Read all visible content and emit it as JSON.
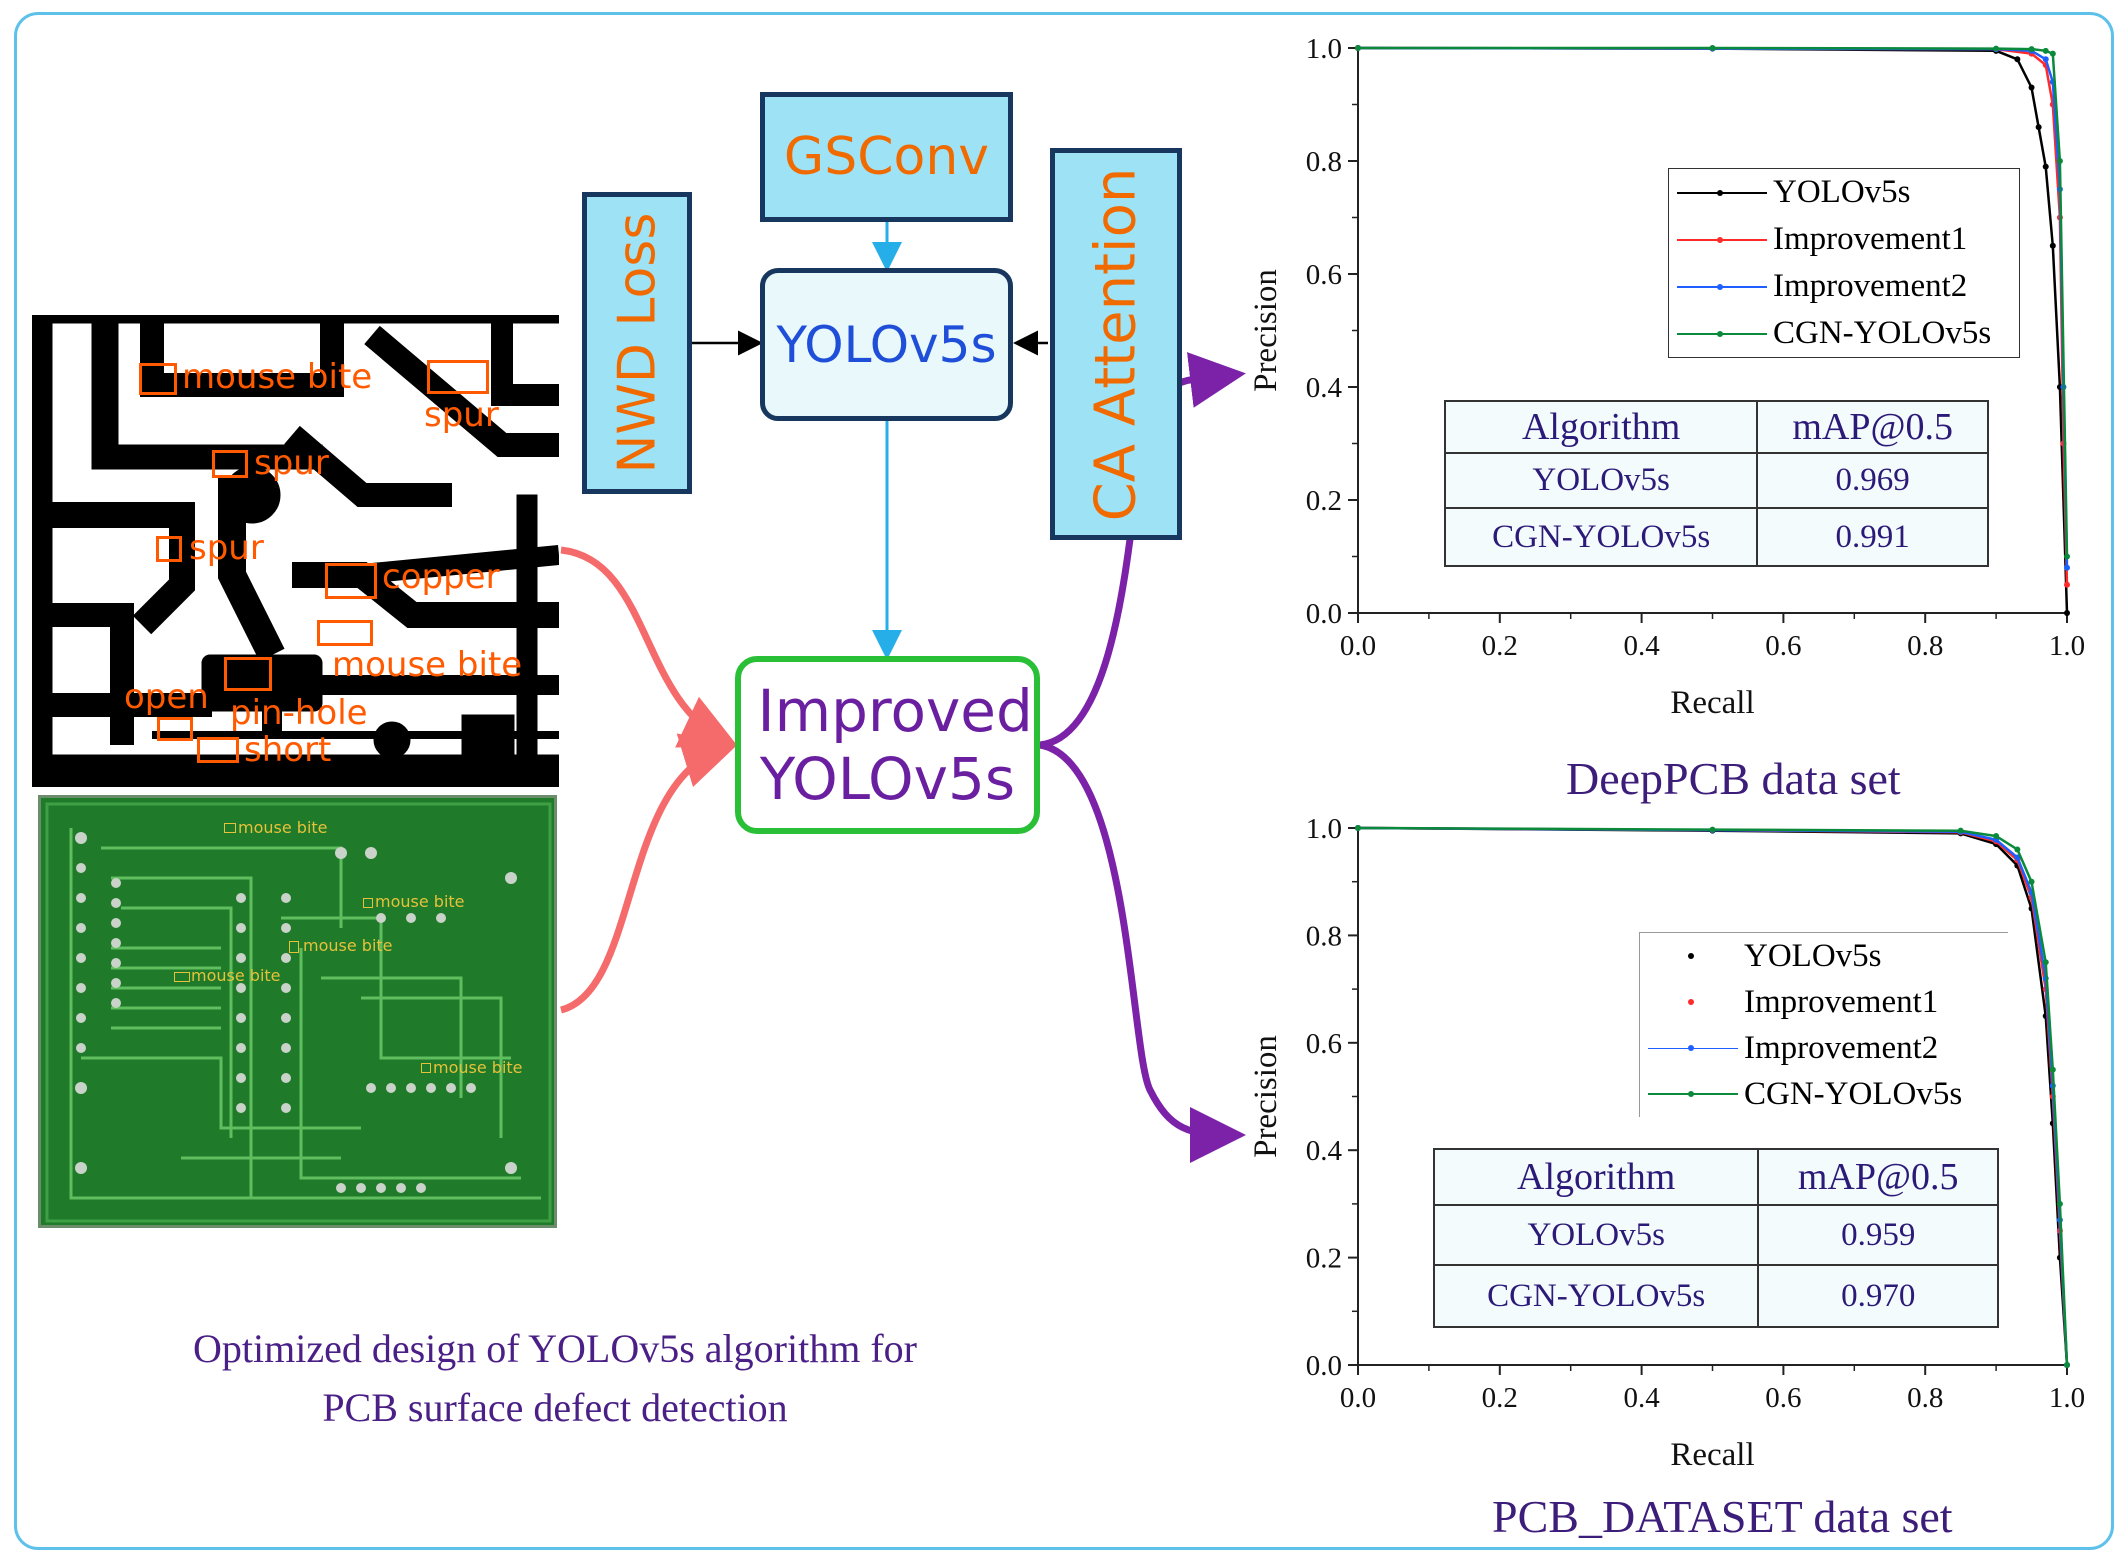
{
  "modules": {
    "gsconv": "GSConv",
    "nwd_loss": "NWD Loss",
    "ca_attention": "CA Attention",
    "yolov5s": "YOLOv5s",
    "improved": "Improved YOLOv5s"
  },
  "defect_labels": {
    "mouse_bite_1": "mouse bite",
    "spur_1": "spur",
    "spur_2": "spur",
    "spur_3": "spur",
    "copper": "copper",
    "mouse_bite_2": "mouse bite",
    "open": "open",
    "pin_hole": "pin-hole",
    "short": "short"
  },
  "green_labels": {
    "mb1": "mouse bite",
    "mb2": "mouse bite",
    "mb3": "mouse bite",
    "mb4": "mouse bite",
    "mb5": "mouse bite"
  },
  "caption": {
    "line1": "Optimized design of YOLOv5s algorithm for",
    "line2": "PCB  surface defect detection"
  },
  "colors": {
    "yolov5s": "#000000",
    "improvement1": "#ff2a2a",
    "improvement2": "#1f5fff",
    "cgn": "#0a8a3a",
    "purple": "#7b22a8",
    "pink": "#f56b6b",
    "blue_arrow": "#25aee8"
  },
  "chart_data": [
    {
      "type": "line",
      "title": "DeepPCB data set",
      "xlabel": "Recall",
      "ylabel": "Precision",
      "xlim": [
        0.0,
        1.0
      ],
      "ylim": [
        0.0,
        1.0
      ],
      "xticks": [
        "0.0",
        "0.2",
        "0.4",
        "0.6",
        "0.8",
        "1.0"
      ],
      "yticks": [
        "0.0",
        "0.2",
        "0.4",
        "0.6",
        "0.8",
        "1.0"
      ],
      "legend_position": "upper-right",
      "series": [
        {
          "name": "YOLOv5s",
          "x": [
            0,
            0.5,
            0.9,
            0.93,
            0.95,
            0.96,
            0.97,
            0.98,
            0.99,
            1.0
          ],
          "y": [
            1.0,
            0.999,
            0.995,
            0.98,
            0.93,
            0.86,
            0.79,
            0.65,
            0.4,
            0.0
          ]
        },
        {
          "name": "Improvement1",
          "x": [
            0,
            0.5,
            0.9,
            0.95,
            0.97,
            0.98,
            0.99,
            0.995,
            1.0
          ],
          "y": [
            1.0,
            0.999,
            0.998,
            0.99,
            0.97,
            0.9,
            0.7,
            0.3,
            0.05
          ]
        },
        {
          "name": "Improvement2",
          "x": [
            0,
            0.5,
            0.9,
            0.95,
            0.97,
            0.98,
            0.99,
            0.995,
            1.0
          ],
          "y": [
            1.0,
            0.999,
            0.998,
            0.995,
            0.98,
            0.94,
            0.75,
            0.4,
            0.08
          ]
        },
        {
          "name": "CGN-YOLOv5s",
          "x": [
            0,
            0.5,
            0.9,
            0.95,
            0.97,
            0.98,
            0.99,
            1.0
          ],
          "y": [
            1.0,
            1.0,
            0.999,
            0.998,
            0.995,
            0.99,
            0.8,
            0.1
          ]
        }
      ],
      "table": {
        "headers": [
          "Algorithm",
          "mAP@0.5"
        ],
        "rows": [
          [
            "YOLOv5s",
            "0.969"
          ],
          [
            "CGN-YOLOv5s",
            "0.991"
          ]
        ]
      }
    },
    {
      "type": "line",
      "title": "PCB_DATASET data set",
      "xlabel": "Recall",
      "ylabel": "Precision",
      "xlim": [
        0.0,
        1.0
      ],
      "ylim": [
        0.0,
        1.0
      ],
      "xticks": [
        "0.0",
        "0.2",
        "0.4",
        "0.6",
        "0.8",
        "1.0"
      ],
      "yticks": [
        "0.0",
        "0.2",
        "0.4",
        "0.6",
        "0.8",
        "1.0"
      ],
      "legend_position": "upper-right",
      "series": [
        {
          "name": "YOLOv5s",
          "x": [
            0,
            0.5,
            0.85,
            0.9,
            0.93,
            0.95,
            0.97,
            0.98,
            0.99,
            1.0
          ],
          "y": [
            1.0,
            0.995,
            0.99,
            0.97,
            0.93,
            0.85,
            0.65,
            0.45,
            0.2,
            0.0
          ]
        },
        {
          "name": "Improvement1",
          "x": [
            0,
            0.5,
            0.85,
            0.9,
            0.93,
            0.95,
            0.97,
            0.98,
            0.99,
            1.0
          ],
          "y": [
            1.0,
            0.996,
            0.992,
            0.975,
            0.94,
            0.87,
            0.7,
            0.5,
            0.25,
            0.0
          ]
        },
        {
          "name": "Improvement2",
          "x": [
            0,
            0.5,
            0.85,
            0.9,
            0.93,
            0.95,
            0.97,
            0.98,
            0.99,
            1.0
          ],
          "y": [
            1.0,
            0.996,
            0.993,
            0.978,
            0.945,
            0.88,
            0.72,
            0.52,
            0.27,
            0.0
          ]
        },
        {
          "name": "CGN-YOLOv5s",
          "x": [
            0,
            0.5,
            0.85,
            0.9,
            0.93,
            0.95,
            0.97,
            0.98,
            0.99,
            1.0
          ],
          "y": [
            1.0,
            0.997,
            0.995,
            0.985,
            0.96,
            0.9,
            0.75,
            0.55,
            0.3,
            0.0
          ]
        }
      ],
      "table": {
        "headers": [
          "Algorithm",
          "mAP@0.5"
        ],
        "rows": [
          [
            "YOLOv5s",
            "0.959"
          ],
          [
            "CGN-YOLOv5s",
            "0.970"
          ]
        ]
      }
    }
  ]
}
